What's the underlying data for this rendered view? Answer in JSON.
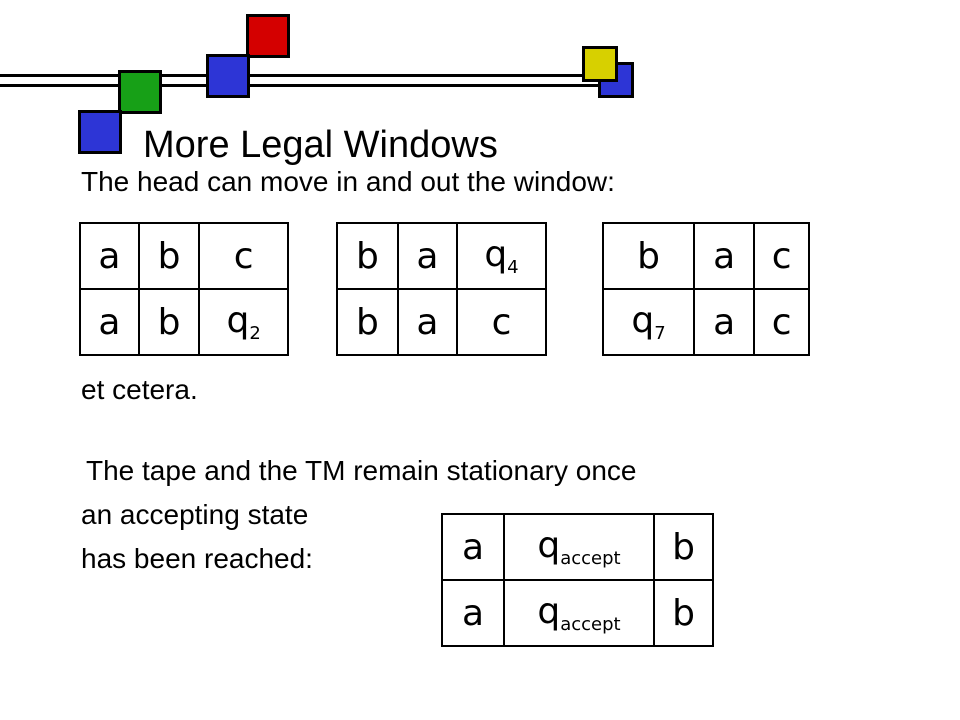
{
  "colors": {
    "red": "#d40000",
    "green": "#17a017",
    "blue": "#2d35d6",
    "yellow": "#d7d000",
    "rule": "#000000"
  },
  "slide": {
    "title": "More Legal Windows",
    "intro": "The head can move in and out the window:",
    "etc": "et cetera.",
    "accept_line1": "The tape and the TM remain stationary once",
    "accept_line2": "an accepting state",
    "accept_line3": "has been reached:"
  },
  "windows": [
    {
      "rows": [
        [
          {
            "sym": "a"
          },
          {
            "sym": "b"
          },
          {
            "sym": "c"
          }
        ],
        [
          {
            "sym": "a"
          },
          {
            "sym": "b"
          },
          {
            "sym": "q",
            "sub": "2"
          }
        ]
      ]
    },
    {
      "rows": [
        [
          {
            "sym": "b"
          },
          {
            "sym": "a"
          },
          {
            "sym": "q",
            "sub": "4"
          }
        ],
        [
          {
            "sym": "b"
          },
          {
            "sym": "a"
          },
          {
            "sym": "c"
          }
        ]
      ]
    },
    {
      "rows": [
        [
          {
            "sym": "b"
          },
          {
            "sym": "a"
          },
          {
            "sym": "c"
          }
        ],
        [
          {
            "sym": "q",
            "sub": "7"
          },
          {
            "sym": "a"
          },
          {
            "sym": "c"
          }
        ]
      ]
    },
    {
      "rows": [
        [
          {
            "sym": "a"
          },
          {
            "sym": "q",
            "sub": "accept"
          },
          {
            "sym": "b"
          }
        ],
        [
          {
            "sym": "a"
          },
          {
            "sym": "q",
            "sub": "accept"
          },
          {
            "sym": "b"
          }
        ]
      ]
    }
  ]
}
